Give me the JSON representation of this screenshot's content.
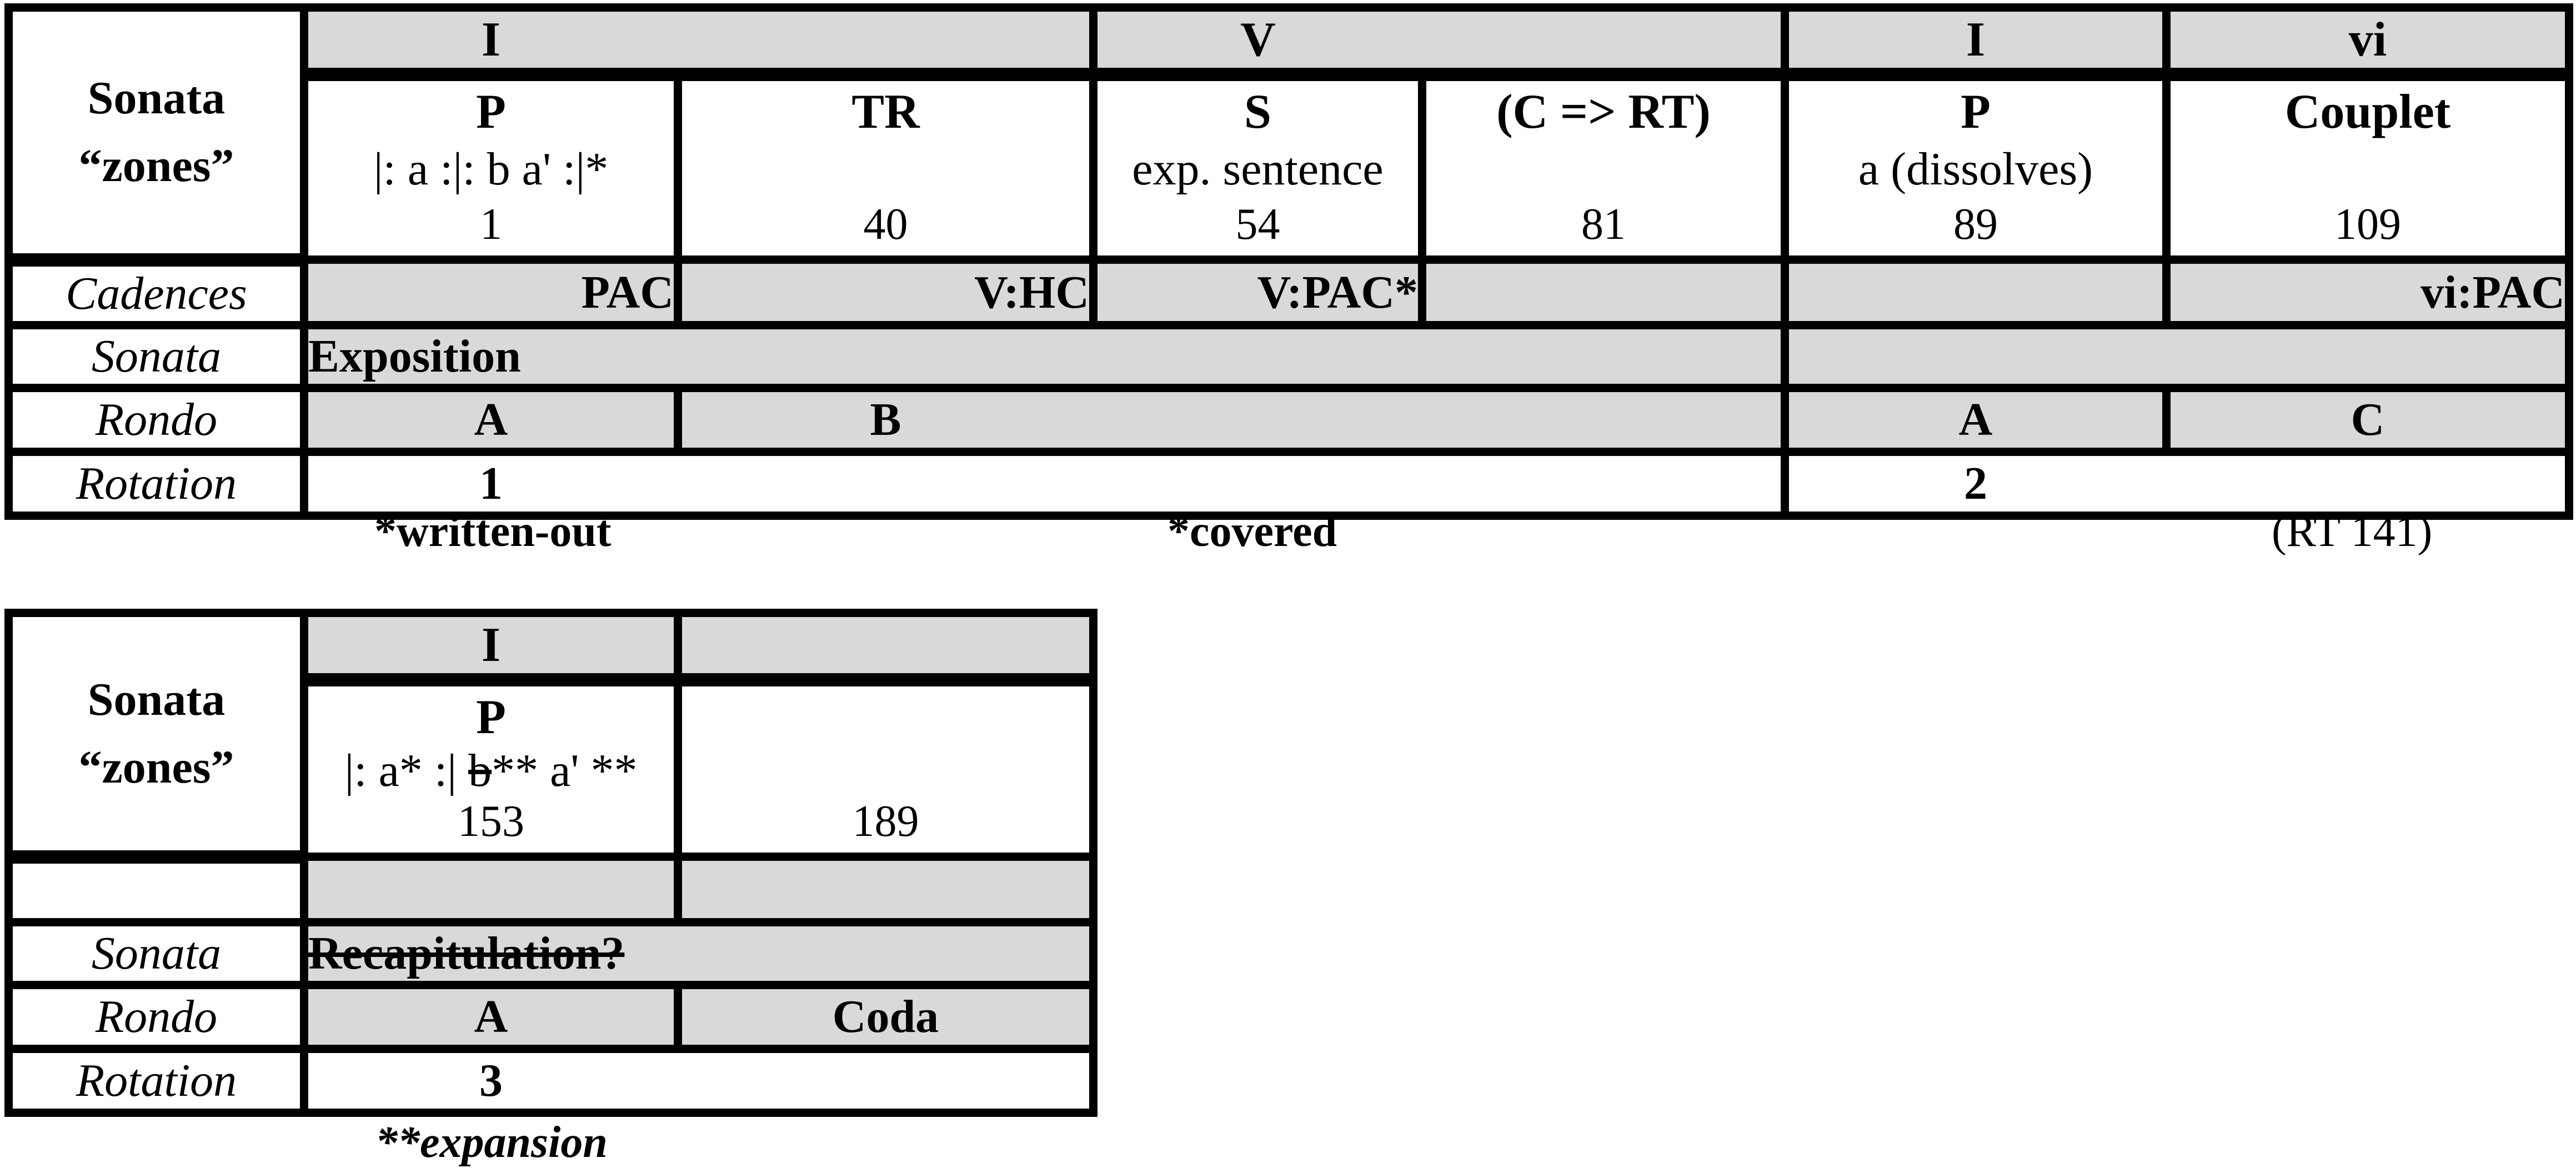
{
  "colors": {
    "cell_fill_gray": "#d9d9d9",
    "line_black": "#000000"
  },
  "table1": {
    "corner": {
      "line1": "Sonata",
      "line2": "“zones”"
    },
    "keys": {
      "k1": "I",
      "k2": "V",
      "k3": "I",
      "k4": "vi"
    },
    "zones": [
      {
        "label": "P",
        "desc": "|: a :|: b a' :|*",
        "measure": "1"
      },
      {
        "label": "TR",
        "desc": "",
        "measure": "40"
      },
      {
        "label": "S",
        "desc": "exp. sentence",
        "measure": "54"
      },
      {
        "label": "(C => RT)",
        "desc": "",
        "measure": "81"
      },
      {
        "label": "P",
        "desc": "a (dissolves)",
        "measure": "89"
      },
      {
        "label": "Couplet",
        "desc": "",
        "measure": "109"
      }
    ],
    "cadences": {
      "label": "Cadences",
      "p": "PAC",
      "tr": "V:HC",
      "s": "V:PAC*",
      "crt": "",
      "p2": "",
      "couplet": "vi:PAC"
    },
    "sonata": {
      "label": "Sonata",
      "value": "Exposition"
    },
    "rondo": {
      "label": "Rondo",
      "a1": "A",
      "b": "B",
      "a2": "A",
      "c": "C"
    },
    "rotation": {
      "label": "Rotation",
      "r1": "1",
      "r2": "2"
    },
    "footnotes": {
      "written_out": "*written-out",
      "covered": "*covered",
      "rt": "(RT 141)"
    }
  },
  "table2": {
    "corner": {
      "line1": "Sonata",
      "line2": "“zones”"
    },
    "keys": {
      "k1": "I",
      "k2": ""
    },
    "zone_p": {
      "label": "P",
      "desc_pre": "|: a* :| ",
      "desc_struck": "b",
      "desc_post": "** a' **",
      "measure": "153"
    },
    "zone_b_measure": "189",
    "sonata": {
      "label": "Sonata",
      "value": "Recapitulation?"
    },
    "rondo": {
      "label": "Rondo",
      "a": "A",
      "coda": "Coda"
    },
    "rotation": {
      "label": "Rotation",
      "r": "3"
    },
    "footnote": "**expansion"
  }
}
